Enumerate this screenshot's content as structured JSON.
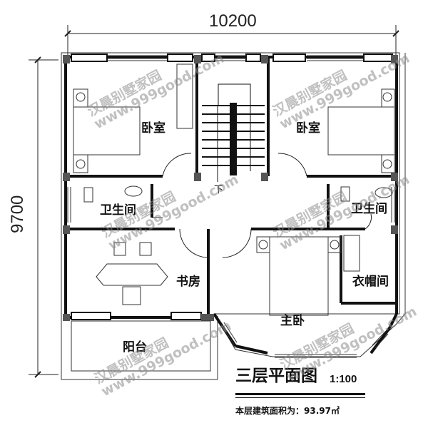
{
  "plan": {
    "title": "三层平面图",
    "scale": "1:100",
    "area_text": "本层建筑面积为：93.97㎡",
    "dimensions": {
      "width": "10200",
      "height": "9700"
    },
    "stair_label": "下"
  },
  "rooms": {
    "bedroom_left": "卧室",
    "bedroom_right": "卧室",
    "bathroom_left": "卫生间",
    "bathroom_right": "卫生间",
    "study": "书房",
    "master_bedroom": "主卧",
    "walk_in_closet": "衣帽间",
    "balcony": "阳台"
  },
  "watermark": {
    "line1": "汉晨别墅家园",
    "line2": "www.999good.com"
  },
  "colors": {
    "wall": "#111111",
    "column": "#555555",
    "line": "#222222",
    "watermark": "#8c8c8c"
  }
}
